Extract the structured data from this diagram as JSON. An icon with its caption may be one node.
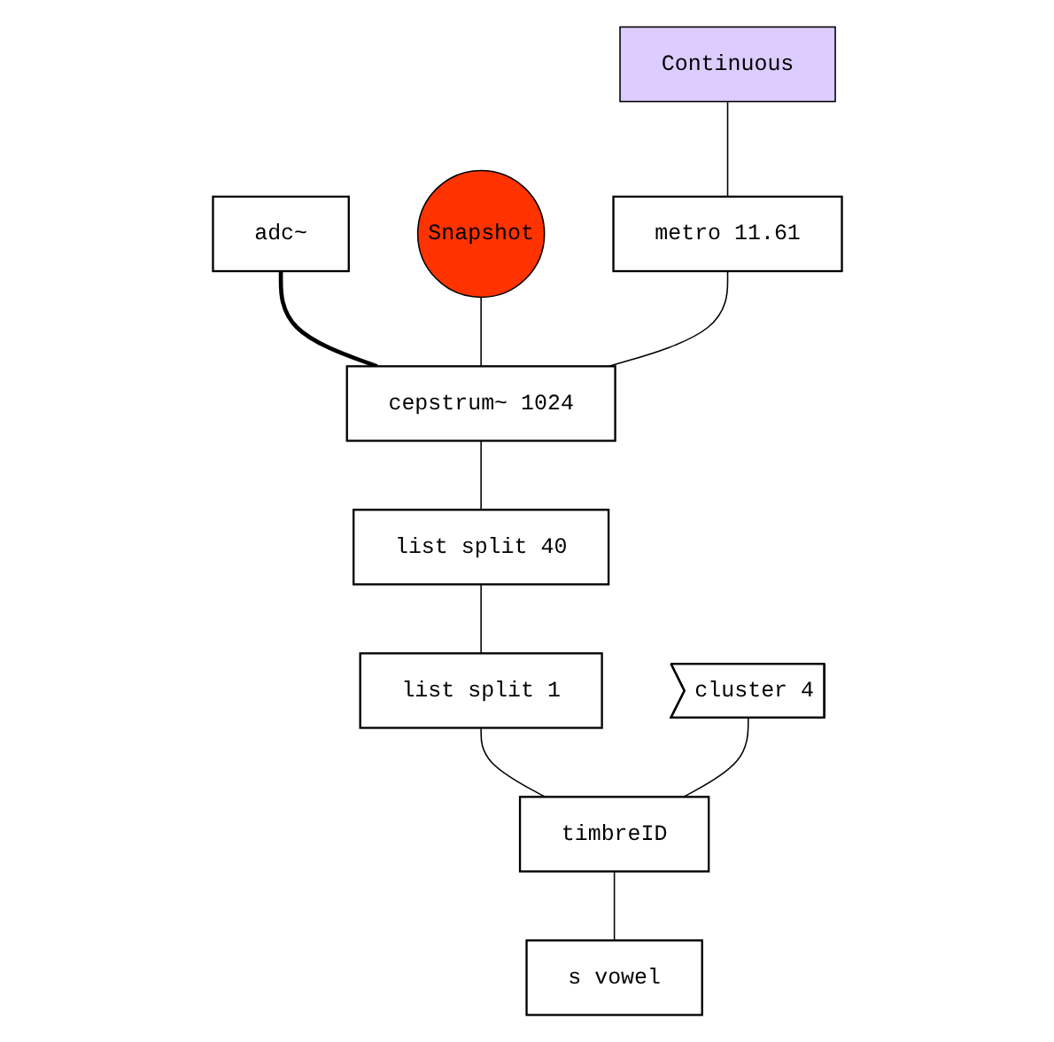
{
  "diagram": {
    "nodes": [
      {
        "text": [
          "adc~"
        ]
      },
      {
        "text": [
          "Snapshot"
        ]
      },
      {
        "text": [
          "Continuous"
        ]
      },
      {
        "text": [
          "metro 11.61"
        ]
      },
      {
        "text": [
          "cepstrum~ 1024"
        ]
      },
      {
        "text": [
          "list split 40"
        ]
      },
      {
        "text": [
          "list split 1"
        ]
      },
      {
        "text": [
          "cluster 4"
        ]
      },
      {
        "text": [
          "timbreID"
        ]
      },
      {
        "text": [
          "s vowel"
        ]
      }
    ],
    "edges": [
      {
        "from": 0,
        "to": 4,
        "arrow": "none",
        "style": "thick"
      },
      {
        "from": 1,
        "to": 4,
        "arrow": "none"
      },
      {
        "from": 2,
        "to": 3,
        "arrow": "none"
      },
      {
        "from": 3,
        "to": 4,
        "arrow": "none"
      },
      {
        "from": 4,
        "to": 5,
        "arrow": "none"
      },
      {
        "from": 5,
        "to": 6,
        "arrow": "none"
      },
      {
        "from": 6,
        "to": 8,
        "arrow": "none"
      },
      {
        "from": 7,
        "to": 8,
        "arrow": "none"
      },
      {
        "from": 8,
        "to": 9,
        "arrow": "none"
      }
    ]
  }
}
